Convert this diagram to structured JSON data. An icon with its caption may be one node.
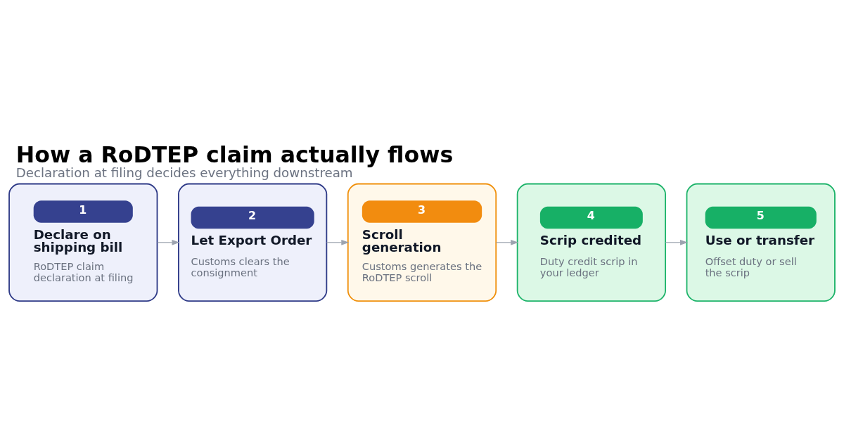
{
  "diagram": {
    "title": "How a RoDTEP claim actually flows",
    "caption": "Declaration at filing decides everything downstream",
    "nodes": [
      {
        "text": [
          "1",
          "Declare on shipping bill",
          "RoDTEP claim declaration at filing"
        ]
      },
      {
        "text": [
          "2",
          "Let Export Order",
          "Customs clears the consignment"
        ]
      },
      {
        "text": [
          "3",
          "Scroll generation",
          "Customs generates the RoDTEP scroll"
        ]
      },
      {
        "text": [
          "4",
          "Scrip credited",
          "Duty credit scrip in your ledger"
        ]
      },
      {
        "text": [
          "5",
          "Use or transfer",
          "Offset duty or sell the scrip"
        ]
      }
    ],
    "edges": [
      {
        "from": 0,
        "to": 1,
        "arrow": "to"
      },
      {
        "from": 1,
        "to": 2,
        "arrow": "to"
      },
      {
        "from": 2,
        "to": 3,
        "arrow": "to"
      },
      {
        "from": 3,
        "to": 4,
        "arrow": "to"
      }
    ]
  }
}
